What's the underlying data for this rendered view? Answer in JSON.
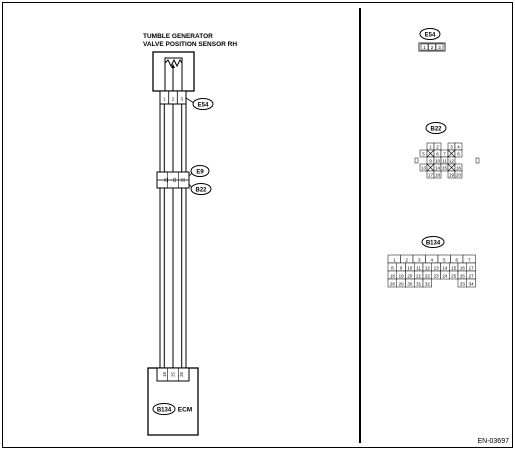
{
  "sensor": {
    "title_line1": "TUMBLE GENERATOR",
    "title_line2": "VALVE POSITION SENSOR RH",
    "connector": "E54",
    "pins": [
      "1",
      "2",
      "3"
    ]
  },
  "joint": {
    "connector_upper": "E9",
    "connector_lower": "B22",
    "pins": [
      "20",
      "21",
      "22"
    ]
  },
  "ecm": {
    "label": "ECM",
    "connector": "B134",
    "pins": [
      "19",
      "25",
      "28"
    ]
  },
  "connector_views": [
    {
      "name": "E54",
      "rows": [
        [
          "1",
          "2",
          "3"
        ]
      ]
    },
    {
      "name": "B22",
      "rows": [
        [
          "1",
          "2",
          "",
          "3",
          "4"
        ],
        [
          "5",
          "",
          "6",
          "7",
          "",
          "8"
        ],
        [
          "9",
          "10",
          "11",
          "12"
        ],
        [
          "13",
          "",
          "14",
          "15",
          "",
          "16"
        ],
        [
          "17",
          "18",
          "",
          "19",
          "20"
        ]
      ]
    },
    {
      "name": "B134",
      "rows": [
        [
          "1",
          "2",
          "3",
          "4",
          "5",
          "6",
          "7"
        ],
        [
          "8",
          "9",
          "10",
          "11",
          "12",
          "13",
          "14",
          "15",
          "16",
          "17"
        ],
        [
          "18",
          "19",
          "20",
          "21",
          "22",
          "23",
          "24",
          "25",
          "26",
          "27"
        ],
        [
          "28",
          "29",
          "30",
          "31",
          "32",
          "",
          "",
          "",
          "33",
          "34"
        ]
      ]
    }
  ],
  "figure_code": "EN-03697"
}
